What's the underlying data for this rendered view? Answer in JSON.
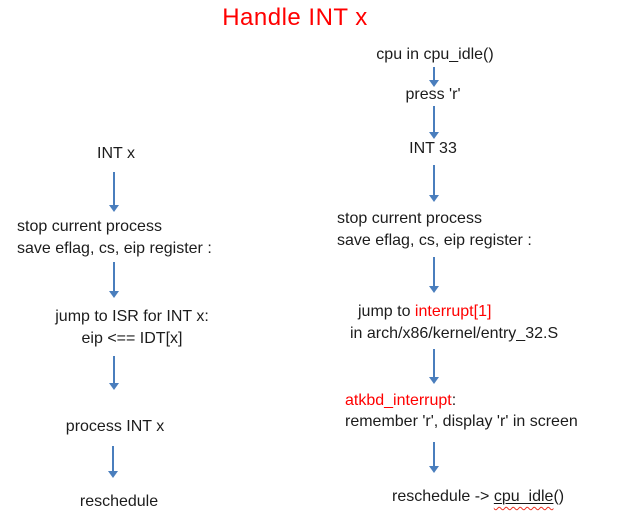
{
  "title": "Handle INT x",
  "colors": {
    "title_red": "#ff0000",
    "highlight_red": "#ff0000",
    "arrow_blue": "#4a7ebd",
    "text_black": "#1c1c1c",
    "squiggle_red": "#ea3223",
    "background": "#ffffff"
  },
  "left_flow": {
    "int_x": "INT x",
    "stop_line1": "stop current process",
    "stop_line2": "save eflag, cs, eip register :",
    "jump_line1": "jump to ISR for INT x:",
    "jump_line2": "eip <== IDT[x]",
    "process": "process INT x",
    "reschedule": "reschedule"
  },
  "right_flow": {
    "cpu_idle": "cpu in cpu_idle()",
    "press_r": "press 'r'",
    "int_33": "INT 33",
    "stop_line1": "stop current process",
    "stop_line2": "save eflag, cs, eip register :",
    "jump_prefix": "jump to ",
    "jump_highlight": "interrupt[1]",
    "jump_line2": "in arch/x86/kernel/entry_32.S",
    "handler_name": "atkbd_interrupt",
    "handler_colon": ":",
    "handler_line2": "remember 'r', display 'r' in screen",
    "resched_prefix": "reschedule -> ",
    "resched_link": "cpu_idle",
    "resched_suffix": "()"
  }
}
